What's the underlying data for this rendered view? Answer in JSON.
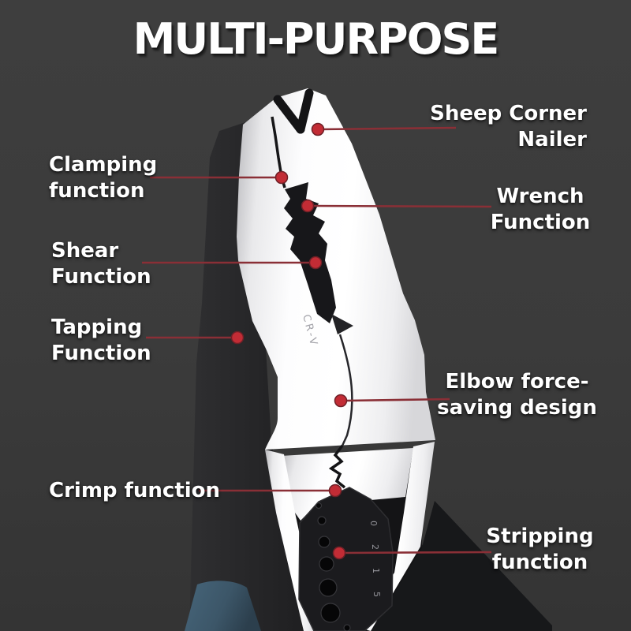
{
  "title": "MULTI-PURPOSE",
  "colors": {
    "background": "#3b3b3b",
    "callout_line": "#8a2f36",
    "callout_dot": "#c22c35",
    "metal": "#f5f5f7",
    "grip": "#3e5a6c"
  },
  "callouts": {
    "sheep_corner": "Sheep Corner\nNailer",
    "clamping": "Clamping\nfunction",
    "wrench": "Wrench\nFunction",
    "shear": "Shear\nFunction",
    "tapping": "Tapping\nFunction",
    "elbow": "Elbow force-\nsaving design",
    "crimp": "Crimp function",
    "stripping": "Stripping\nfunction"
  },
  "product": {
    "shaft_engraving": "CR-V",
    "crimper_marks": [
      "0",
      "2",
      "1",
      "5"
    ]
  }
}
